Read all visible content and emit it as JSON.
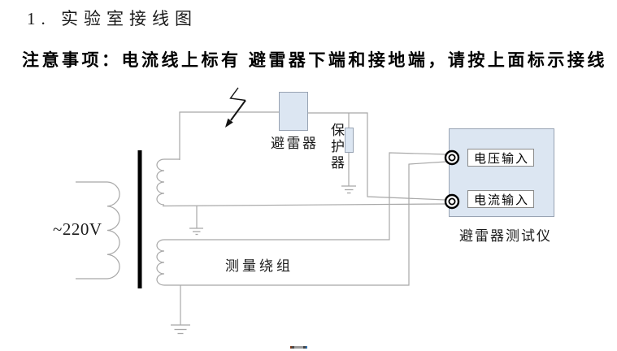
{
  "page": {
    "title": "1. 实验室接线图",
    "warning": "注意事项：电流线上标有 避雷器下端和接地端，请按上面标示接线"
  },
  "diagram": {
    "source_label": "~220V",
    "arrester_label": "避雷器",
    "protector_label": "保护器",
    "winding_label": "测量绕组",
    "tester": {
      "voltage_input_label": "电压输入",
      "current_input_label": "电流输入",
      "caption": "避雷器测试仪"
    }
  },
  "colors": {
    "box_fill": "#dce6f2",
    "box_border": "#98a3b3",
    "wire": "#a8a8a8",
    "ink": "#000000"
  }
}
